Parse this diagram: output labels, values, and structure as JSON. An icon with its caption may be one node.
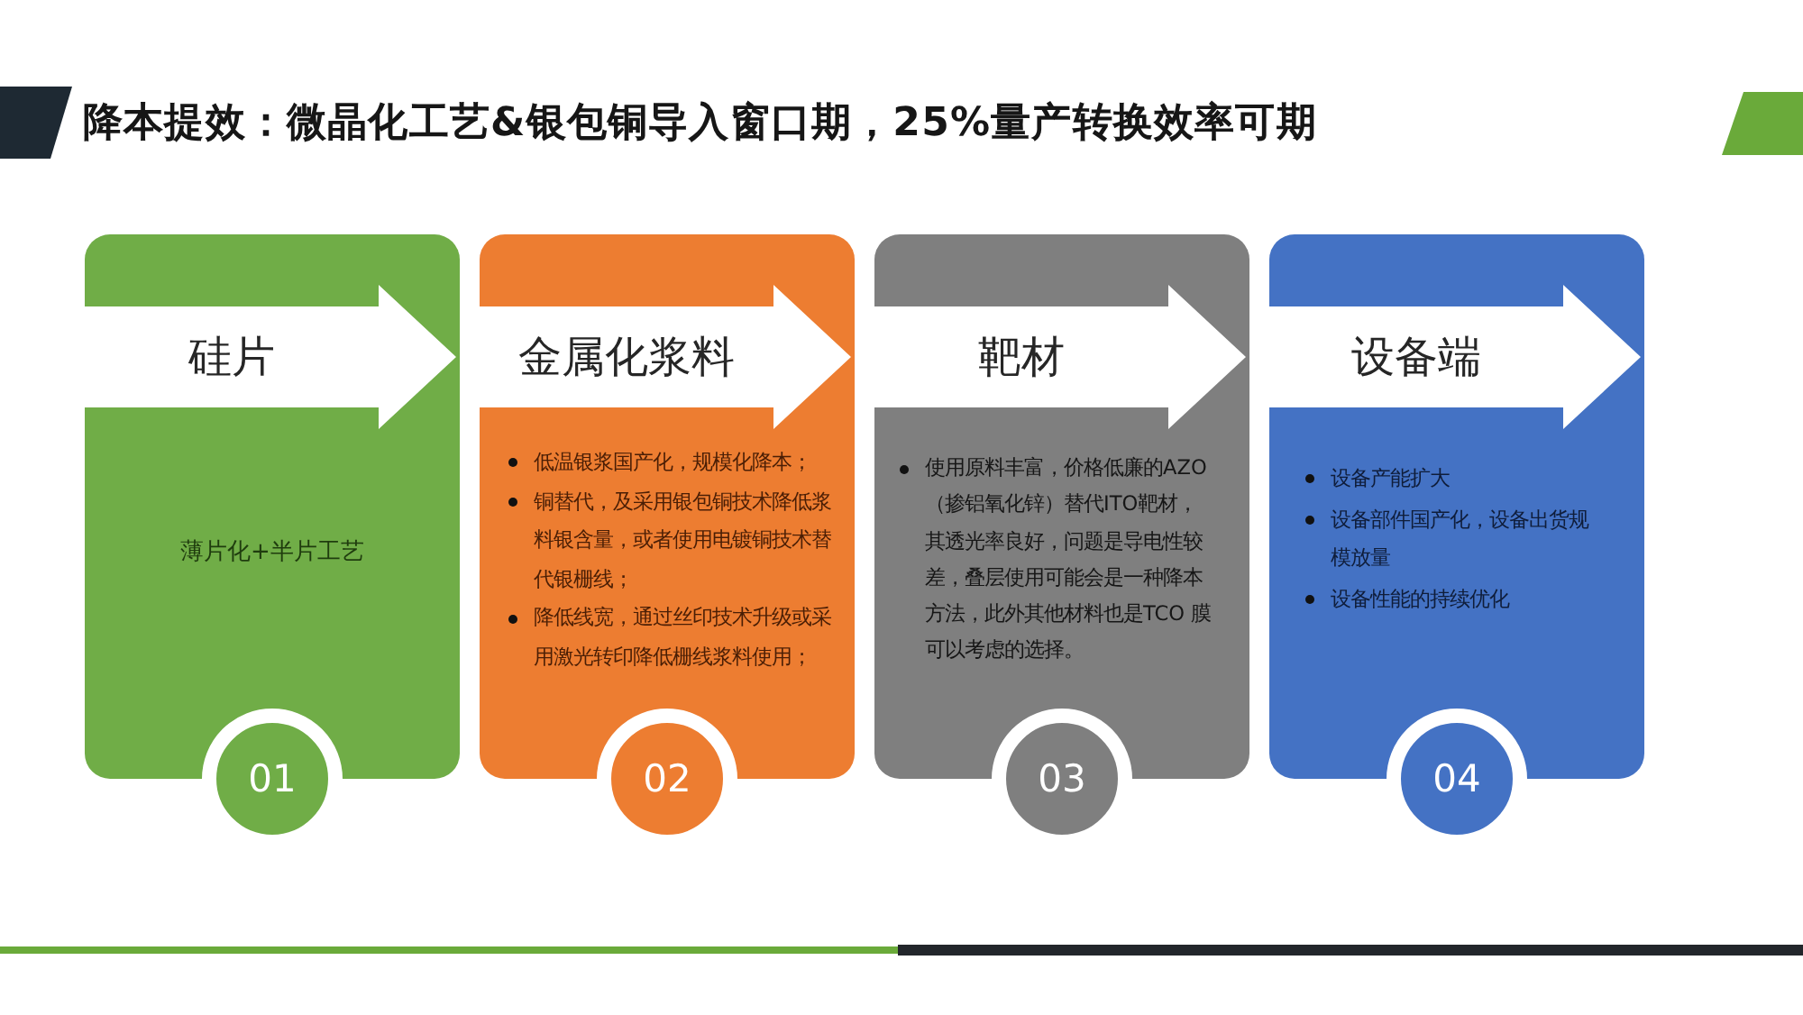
{
  "diagram": {
    "title": "降本提效：微晶化工艺&银包铜导入窗口期，25%量产转换效率可期",
    "nodes": [
      {
        "text": [
          "薄片化+半片工艺"
        ]
      },
      {
        "text": [
          "硅片"
        ],
        "in": 0
      },
      {
        "text": [
          "01"
        ]
      },
      {
        "text": [
          "低温银浆国产化，规模化降本；",
          "铜替代，及采用银包铜技术降低浆料银含量，或者使用电镀铜技术替代银栅线；",
          "降低线宽，通过丝印技术升级或采用激光转印降低栅线浆料使用；"
        ]
      },
      {
        "text": [
          "金属化浆料"
        ],
        "in": 3
      },
      {
        "text": [
          "02"
        ]
      },
      {
        "text": [
          "使用原料丰富，价格低廉的AZO（掺铝氧化锌）替代ITO靶材，其透光率良好，问题是导电性较差，叠层使用可能会是一种降本方法，此外其他材料也是TCO 膜可以考虑的选择。"
        ]
      },
      {
        "text": [
          "靶材"
        ],
        "in": 6
      },
      {
        "text": [
          "03"
        ]
      },
      {
        "text": [
          "设备产能扩大",
          "设备部件国产化，设备出货规模放量",
          "设备性能的持续优化"
        ]
      },
      {
        "text": [
          "设备端"
        ],
        "in": 9
      },
      {
        "text": [
          "04"
        ]
      }
    ]
  }
}
